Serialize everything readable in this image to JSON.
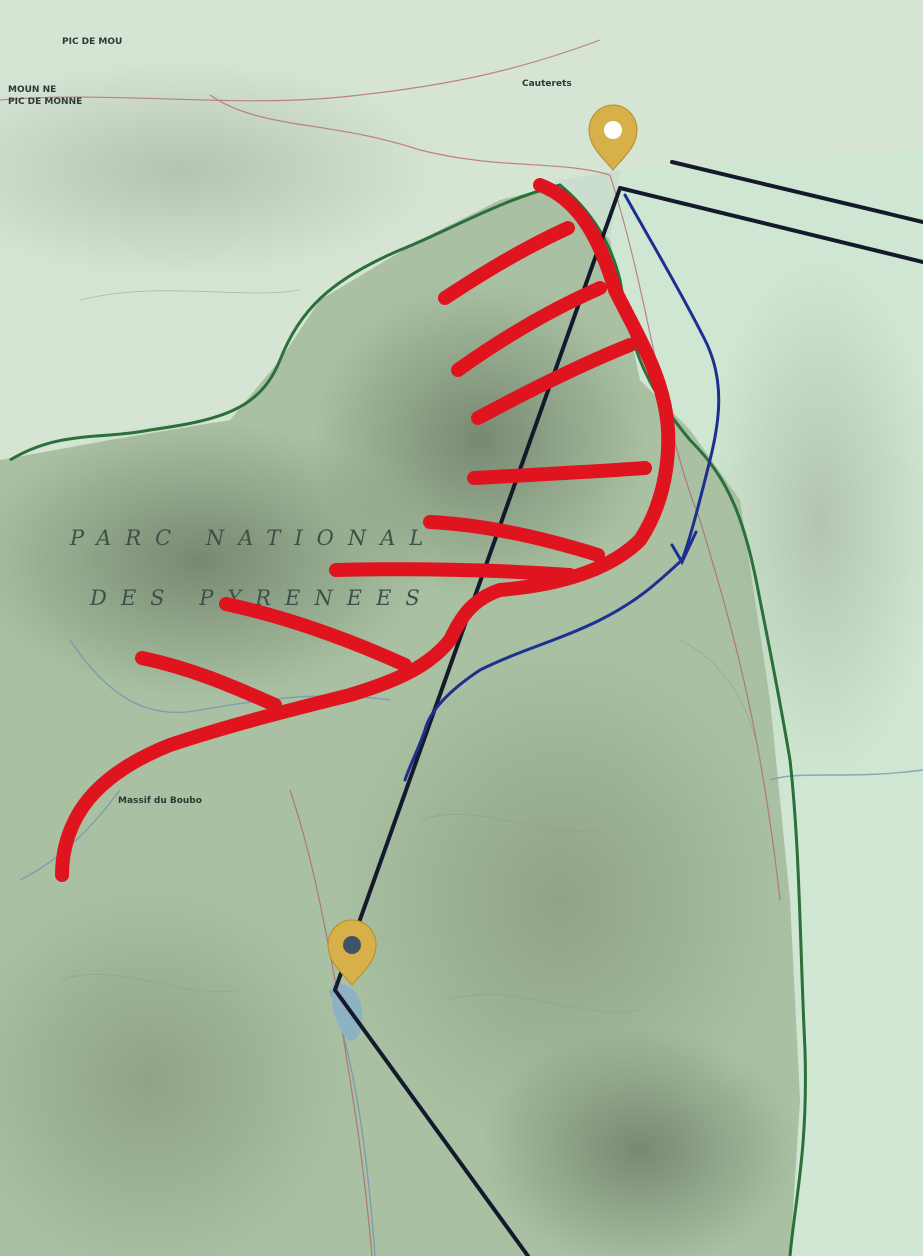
{
  "map": {
    "labels": {
      "park_line_1": "PARC NATIONAL",
      "park_line_2": "DES PYRENEES",
      "pic_top_1": "PIC DE MOU",
      "pic_top_2": "MOUN NE",
      "pic_top_3": "PIC DE MONNE",
      "town_top": "Cauterets",
      "massif": "Massif du Boubo"
    },
    "markers": [
      {
        "name": "upper-location-pin",
        "color": "#d7b04a"
      },
      {
        "name": "lower-location-pin",
        "color": "#d7b04a"
      }
    ],
    "colors": {
      "annotation_red": "#e0141e",
      "annotation_blue": "#1d2f8f",
      "annotation_black": "#141a2c",
      "park_boundary": "#2b6f3a",
      "lake": "#8fb1c4"
    }
  }
}
